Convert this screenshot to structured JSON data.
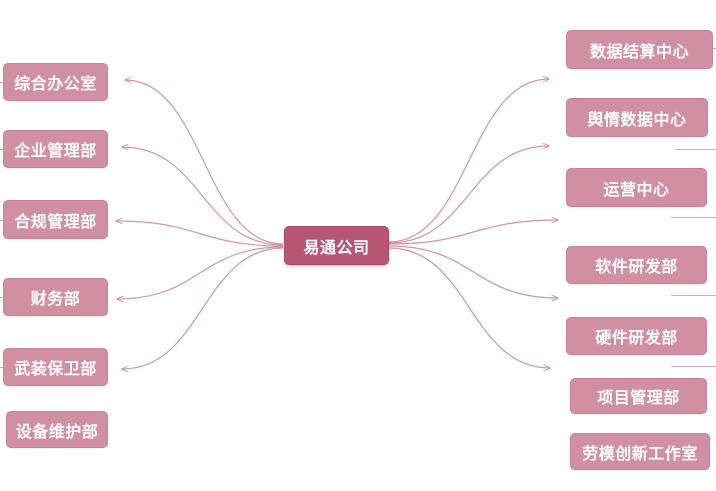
{
  "colors": {
    "node_fill": "#d08fa2",
    "center_fill": "#b85676",
    "link": "#d194a6",
    "text": "#ffffff"
  },
  "diagram": {
    "root": {
      "label": "易通公司"
    },
    "left": [
      {
        "label": "综合办公室"
      },
      {
        "label": "企业管理部"
      },
      {
        "label": "合规管理部"
      },
      {
        "label": "财务部"
      },
      {
        "label": "武装保卫部"
      },
      {
        "label": "设备维护部"
      }
    ],
    "right": [
      {
        "label": "数据结算中心"
      },
      {
        "label": "舆情数据中心"
      },
      {
        "label": "运营中心"
      },
      {
        "label": "软件研发部"
      },
      {
        "label": "硬件研发部"
      },
      {
        "label": "项目管理部"
      },
      {
        "label": "劳模创新工作室"
      }
    ]
  }
}
